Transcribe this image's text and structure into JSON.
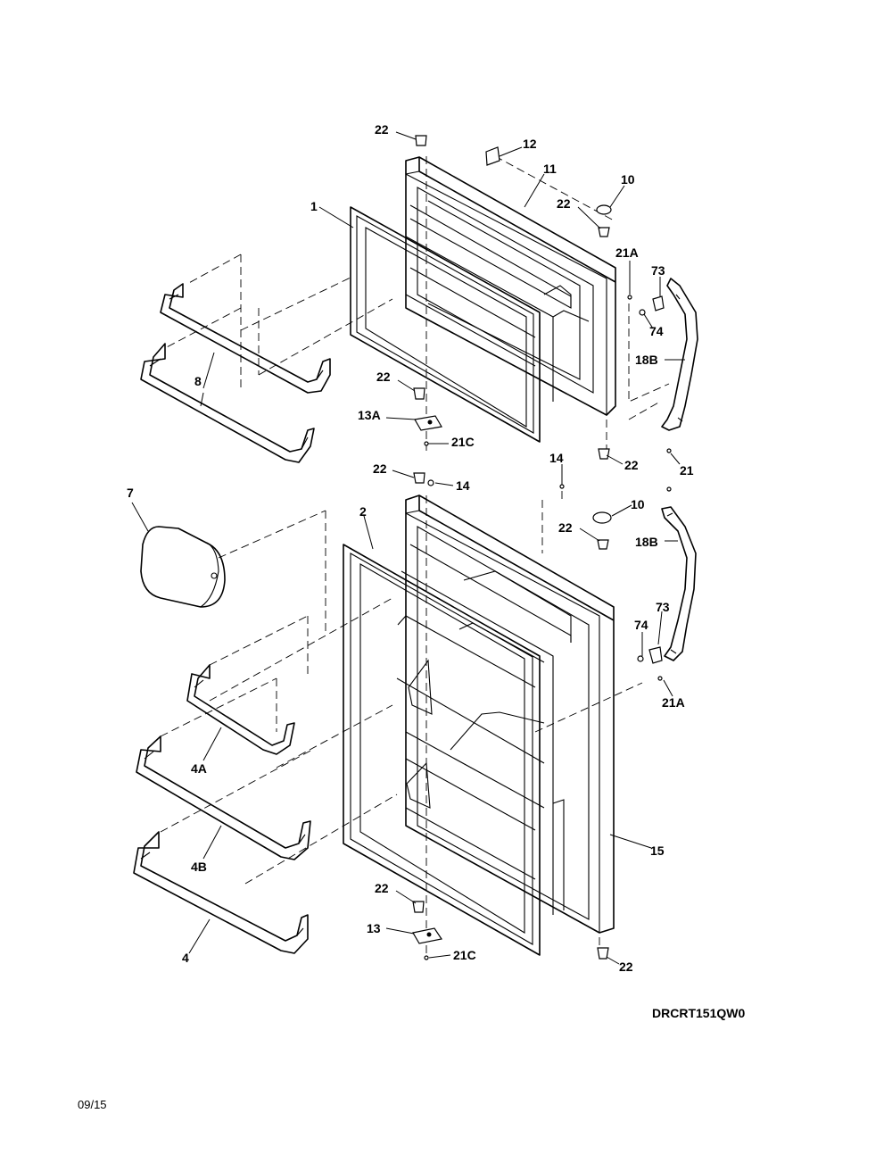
{
  "diagram_code": "DRCRT151QW0",
  "date": "09/15",
  "labels": {
    "l22a": "22",
    "l12": "12",
    "l11": "11",
    "l10a": "10",
    "l22b": "22",
    "l1": "1",
    "l21Aa": "21A",
    "l73a": "73",
    "l74a": "74",
    "l18Ba": "18B",
    "l8": "8",
    "l22c": "22",
    "l13A": "13A",
    "l21Ca": "21C",
    "l22d": "22",
    "l21": "21",
    "l14a": "14",
    "l22e": "22",
    "l14b": "14",
    "l7": "7",
    "l2": "2",
    "l10b": "10",
    "l22f": "22",
    "l18Bb": "18B",
    "l73b": "73",
    "l74b": "74",
    "l21Ab": "21A",
    "l4A": "4A",
    "l15": "15",
    "l4B": "4B",
    "l22g": "22",
    "l13": "13",
    "l4": "4",
    "l21Cb": "21C",
    "l22h": "22"
  }
}
